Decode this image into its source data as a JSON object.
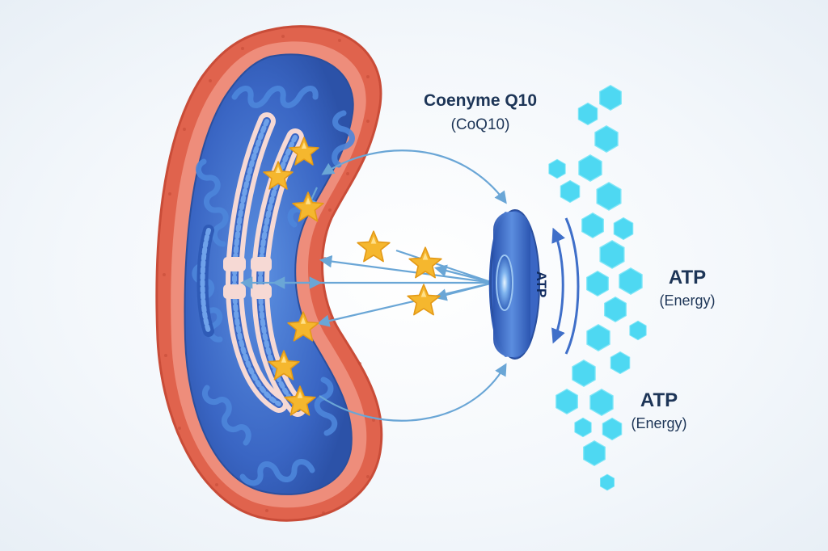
{
  "coq10": {
    "name": "Coenyme Q10",
    "abbr": "(CoQ10)"
  },
  "enzyme": {
    "label": "ATP"
  },
  "atp_labels": [
    {
      "title": "ATP",
      "subtitle": "(Energy)"
    },
    {
      "title": "ATP",
      "subtitle": "(Energy)"
    }
  ],
  "colors": {
    "outer_membrane": "#e0634d",
    "inner_matrix": "#3f6fc9",
    "star": "#f5b72e",
    "hexagon": "#4ed8f2",
    "arrow": "#6aa6d6",
    "text": "#1d3557"
  },
  "icons": {
    "molecule": "star-icon",
    "atp_unit": "hexagon-icon",
    "synthase": "disc-icon"
  }
}
